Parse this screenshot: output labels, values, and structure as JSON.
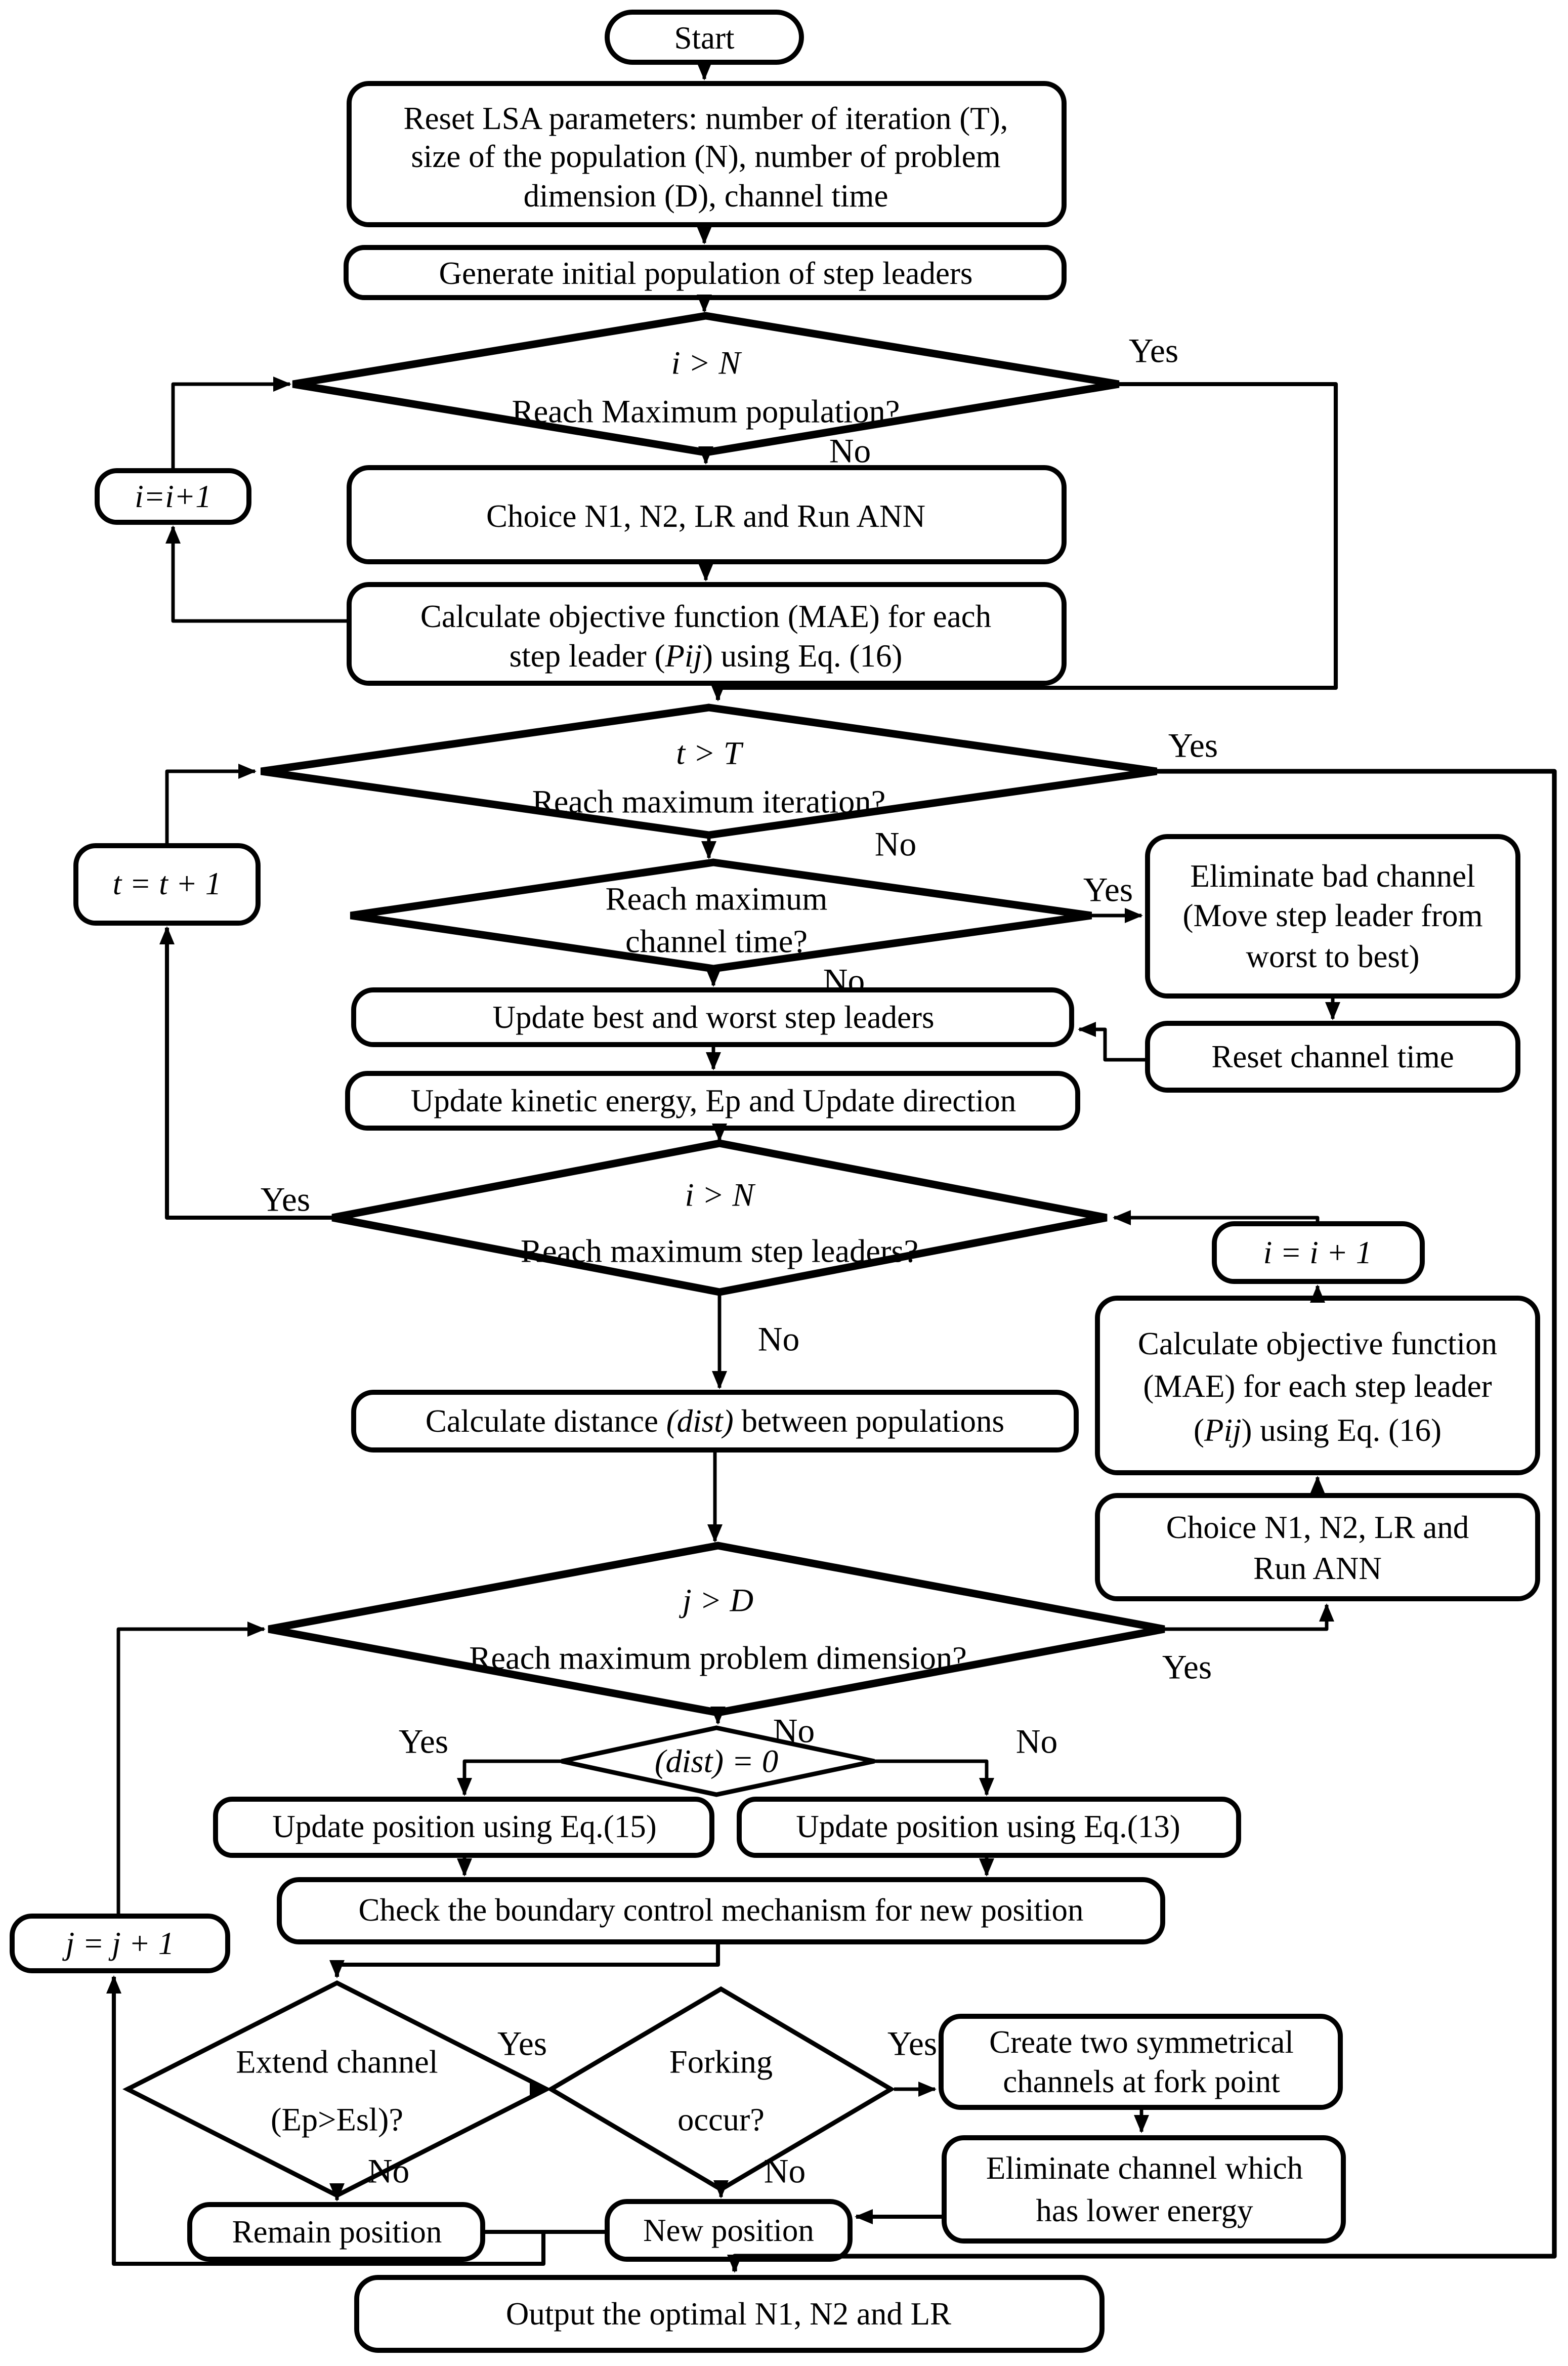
{
  "flowchart": {
    "background_color": "#ffffff",
    "line_color": "#000000",
    "nodes": {
      "start": {
        "label": "Start"
      },
      "reset": {
        "line1": "Reset LSA parameters: number of iteration (T),",
        "line2": "size of the population (N), number of problem",
        "line3": "dimension (D),  channel time"
      },
      "generate": {
        "label": "Generate initial population of step leaders"
      },
      "d_population": {
        "line1": "i > N",
        "line2": "Reach Maximum population?"
      },
      "i_inc1": {
        "label": "i=i+1"
      },
      "choice1": {
        "label": "Choice N1, N2, LR and Run ANN"
      },
      "calc1": {
        "line1": "Calculate objective function (MAE) for each",
        "line2a": "step leader (",
        "line2b": "Pij",
        "line2c": ") using Eq. (16)"
      },
      "d_iteration": {
        "line1": "t > T",
        "line2": "Reach maximum iteration?"
      },
      "t_inc": {
        "label": "t = t + 1"
      },
      "d_channel": {
        "line1": "Reach maximum",
        "line2": "channel time?"
      },
      "eliminate_bad": {
        "line1": "Eliminate bad channel",
        "line2": "(Move step leader from",
        "line3": "worst to best)"
      },
      "reset_channel": {
        "label": "Reset channel time"
      },
      "update_best_worst": {
        "label": "Update best and worst step leaders"
      },
      "update_kinetic": {
        "label": "Update kinetic energy, Ep and Update direction"
      },
      "d_stepleaders": {
        "line1": "i > N",
        "line2": "Reach maximum step leaders?"
      },
      "i_inc2": {
        "label": "i = i + 1"
      },
      "calc2": {
        "line1": "Calculate objective function",
        "line2": "(MAE) for each step leader",
        "line3a": "(",
        "line3b": "Pij",
        "line3c": ") using Eq. (16)"
      },
      "choice2": {
        "line1": "Choice N1, N2, LR and",
        "line2": "Run ANN"
      },
      "calc_dist": {
        "line1a": "Calculate distance ",
        "line1b": "(dist)",
        "line1c": " between populations"
      },
      "d_dimension": {
        "line1": "j > D",
        "line2": "Reach maximum problem dimension?"
      },
      "j_inc": {
        "label": "j = j + 1"
      },
      "d_dist": {
        "label": "(dist) = 0"
      },
      "eq15": {
        "label": "Update position using Eq.(15)"
      },
      "eq13": {
        "label": "Update position using Eq.(13)"
      },
      "boundary": {
        "label": "Check the boundary control mechanism for new position"
      },
      "d_extend": {
        "line1": "Extend channel",
        "line2": "(Ep>Esl)?"
      },
      "d_forking": {
        "line1": "Forking",
        "line2": "occur?"
      },
      "create_channels": {
        "line1": "Create two symmetrical",
        "line2": "channels at fork point"
      },
      "eliminate_lower": {
        "line1": "Eliminate channel which",
        "line2": "has lower energy"
      },
      "remain": {
        "label": "Remain position"
      },
      "new_position": {
        "label": "New position"
      },
      "output": {
        "label": "Output the optimal N1, N2 and LR"
      }
    },
    "labels": {
      "yes_population": "Yes",
      "no_population": "No",
      "yes_iteration": "Yes",
      "no_iteration": "No",
      "yes_channel": "Yes",
      "no_channel": "No",
      "yes_stepleaders": "Yes",
      "no_stepleaders": "No",
      "yes_dimension": "Yes",
      "no_dimension": "No",
      "yes_dist": "Yes",
      "no_dist": "No",
      "yes_extend": "Yes",
      "no_extend": "No",
      "yes_forking": "Yes",
      "no_forking": "No"
    }
  }
}
